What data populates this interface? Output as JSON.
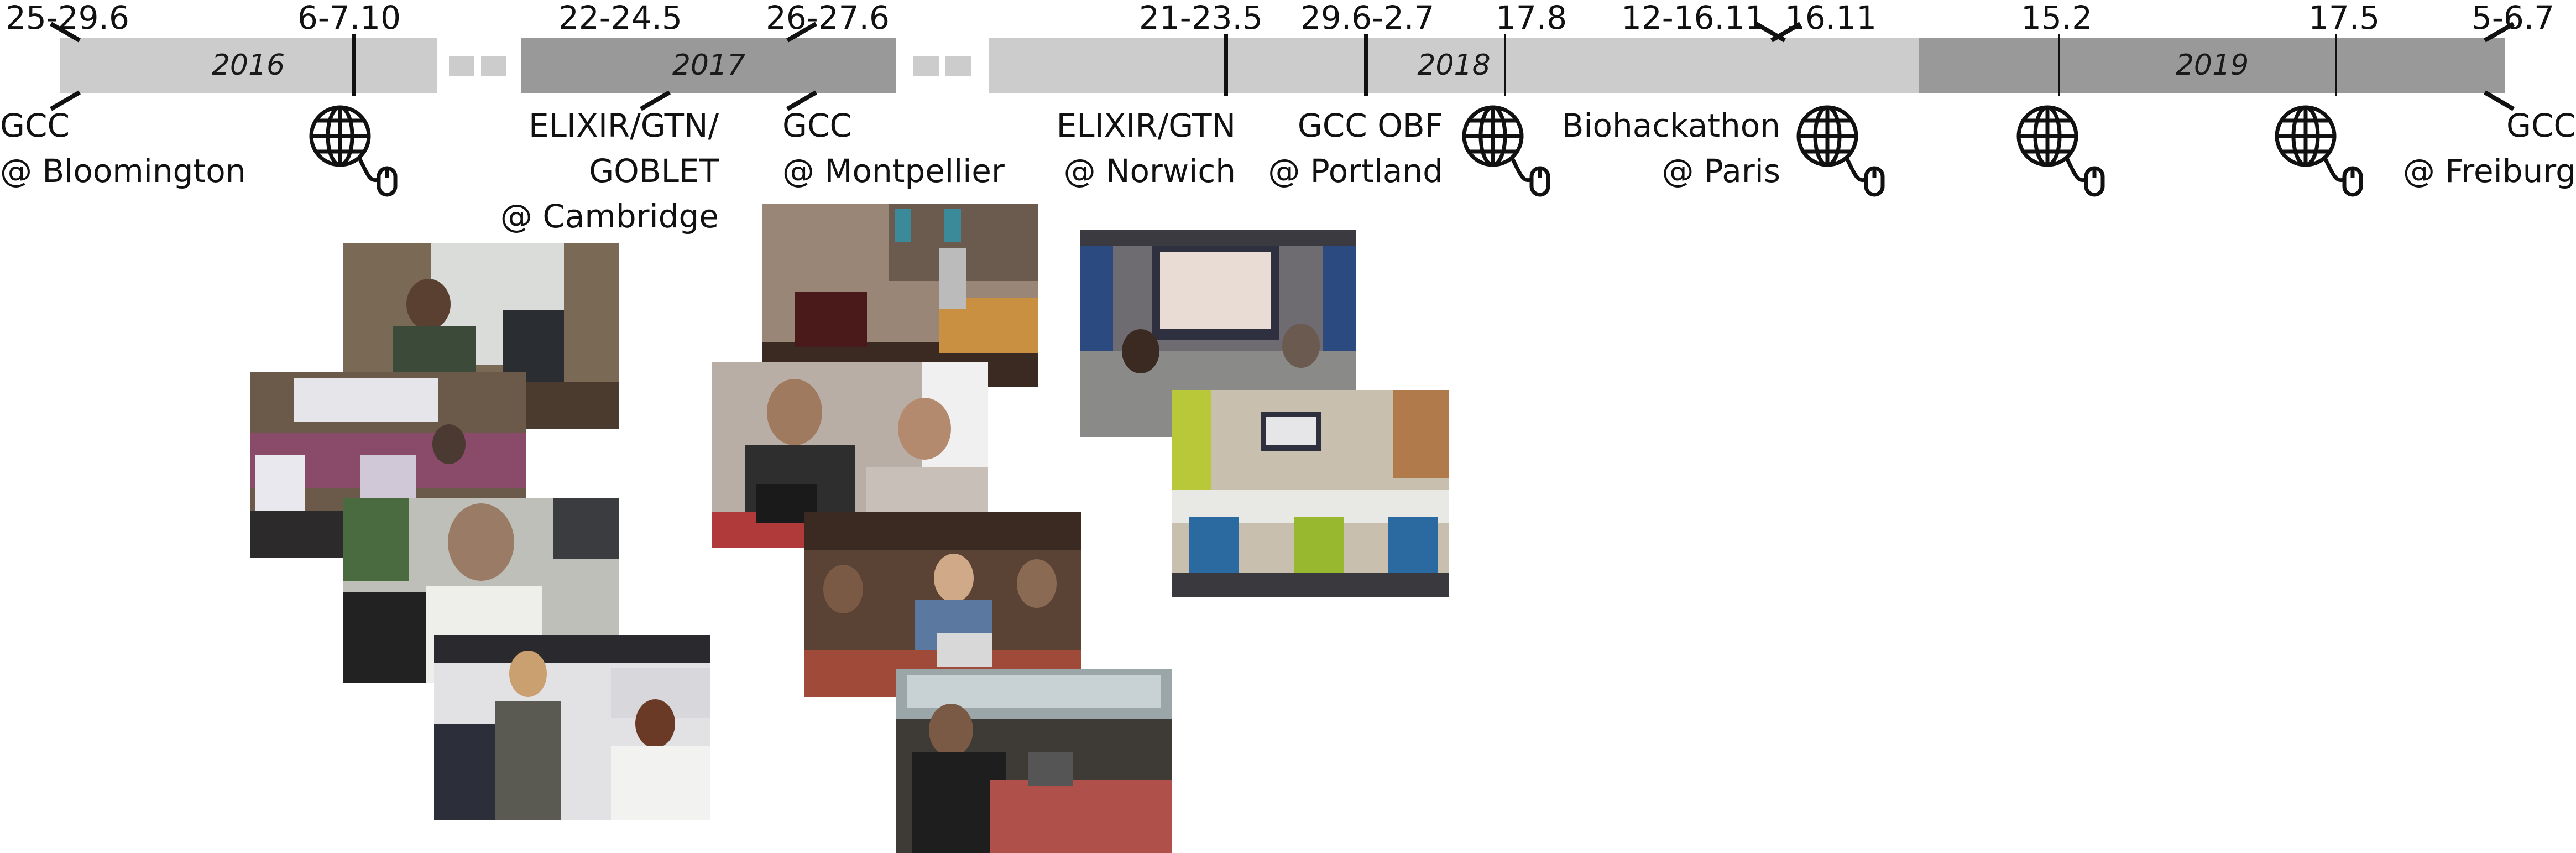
{
  "years": [
    "2016",
    "2017",
    "2018",
    "2019"
  ],
  "dates": [
    "25-29.6",
    "6-7.10",
    "22-24.5",
    "26-27.6",
    "21-23.5",
    "29.6-2.7",
    "17.8",
    "12-16.11",
    "16.11",
    "15.2",
    "17.5",
    "5-6.7"
  ],
  "events": [
    {
      "name": "GCC",
      "place": "@ Bloomington"
    },
    {
      "name": "ELIXIR/GTN/",
      "name2": "GOBLET",
      "place": "@ Cambridge"
    },
    {
      "name": "GCC",
      "place": "@ Montpellier"
    },
    {
      "name": "ELIXIR/GTN",
      "place": "@ Norwich"
    },
    {
      "name": "GCC OBF",
      "place": "@ Portland"
    },
    {
      "name": "Biohackathon",
      "place": "@ Paris"
    },
    {
      "name": "GCC",
      "place": "@ Freiburg"
    }
  ],
  "online_event_icons": [
    "globe-mouse-icon",
    "globe-mouse-icon",
    "globe-mouse-icon",
    "globe-mouse-icon",
    "globe-mouse-icon"
  ],
  "colors": {
    "bar_light": "#cccccc",
    "bar_dark": "#999999",
    "ink": "#111111"
  }
}
